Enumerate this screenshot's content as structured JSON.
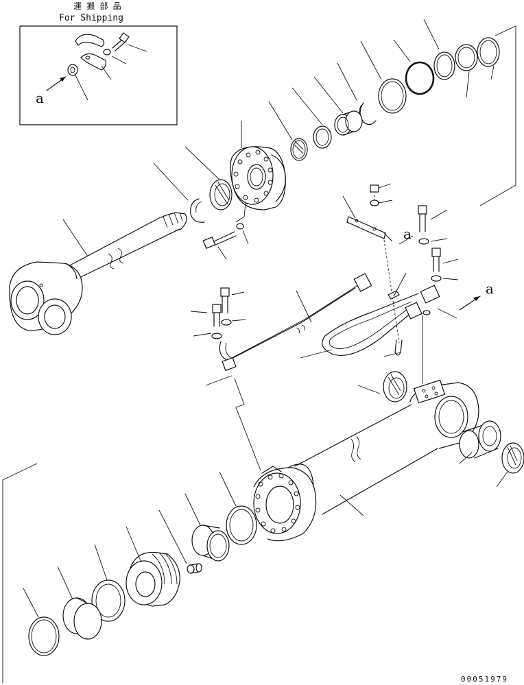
{
  "shipping_box": {
    "title_jp": "運 搬 部 品",
    "title_en": "For Shipping"
  },
  "view_labels": {
    "a_box": "a",
    "a_upper": "a",
    "a_right": "a"
  },
  "drawing_number": "00051979"
}
